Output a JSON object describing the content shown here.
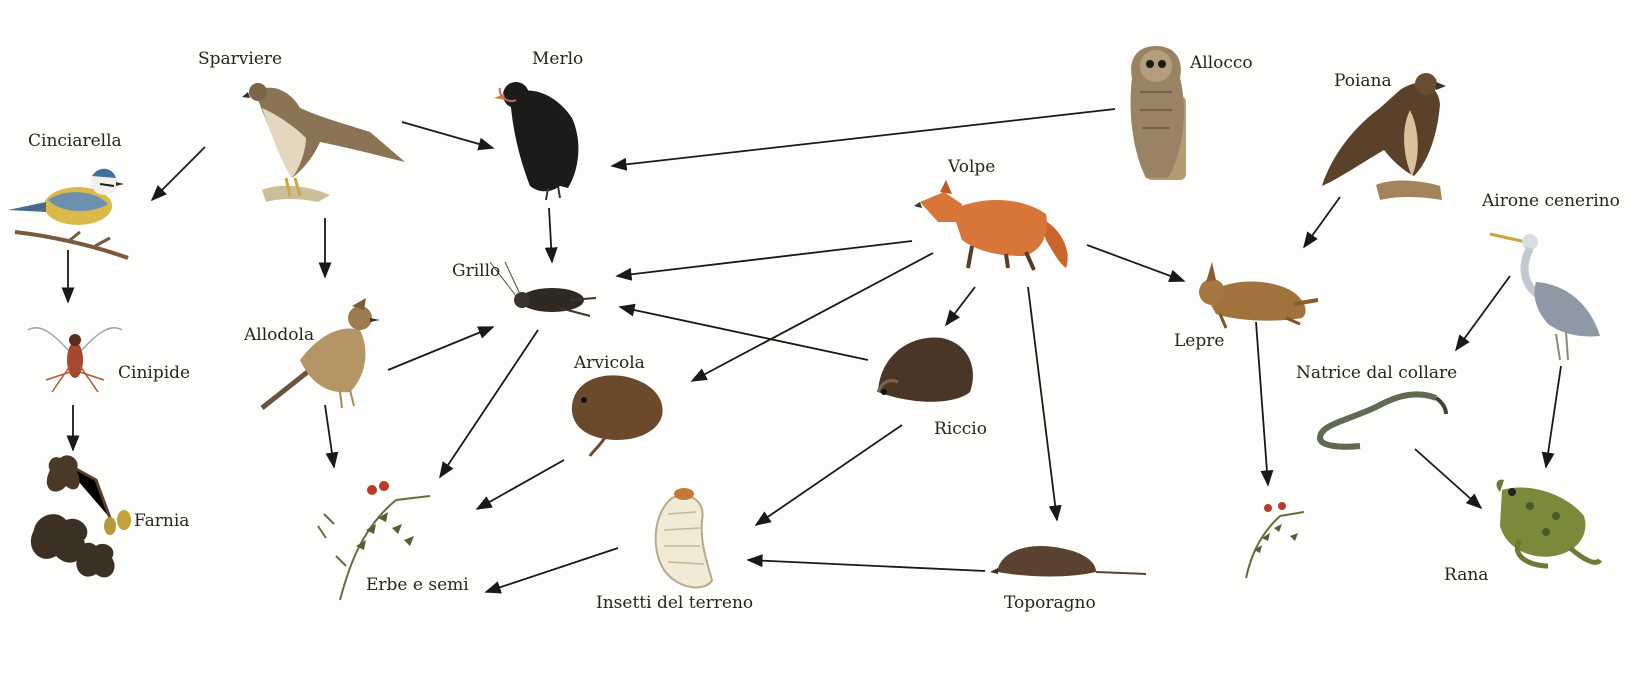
{
  "colors": {
    "background": "#fdfdfb",
    "ink": "#1b1917",
    "label": "#2a241d"
  },
  "organisms": {
    "cinciarella": "Cinciarella",
    "sparviere": "Sparviere",
    "merlo": "Merlo",
    "allocco": "Allocco",
    "poiana": "Poiana",
    "airone": "Airone cenerino",
    "cinipide": "Cinipide",
    "allodola": "Allodola",
    "grillo": "Grillo",
    "volpe": "Volpe",
    "arvicola": "Arvicola",
    "lepre": "Lepre",
    "natrice": "Natrice dal collare",
    "riccio": "Riccio",
    "farnia": "Farnia",
    "erbe": "Erbe e semi",
    "insetti": "Insetti del terreno",
    "toporagno": "Toporagno",
    "rana": "Rana"
  },
  "links": [
    {
      "from": "sparviere",
      "to": "cinciarella"
    },
    {
      "from": "sparviere",
      "to": "merlo"
    },
    {
      "from": "sparviere",
      "to": "allodola"
    },
    {
      "from": "allocco",
      "to": "merlo"
    },
    {
      "from": "cinciarella",
      "to": "cinipide"
    },
    {
      "from": "cinipide",
      "to": "farnia"
    },
    {
      "from": "merlo",
      "to": "grillo"
    },
    {
      "from": "allodola",
      "to": "grillo"
    },
    {
      "from": "allodola",
      "to": "erbe"
    },
    {
      "from": "grillo",
      "to": "erbe"
    },
    {
      "from": "volpe",
      "to": "grillo"
    },
    {
      "from": "volpe",
      "to": "arvicola"
    },
    {
      "from": "volpe",
      "to": "riccio"
    },
    {
      "from": "volpe",
      "to": "toporagno"
    },
    {
      "from": "volpe",
      "to": "lepre"
    },
    {
      "from": "riccio",
      "to": "grillo"
    },
    {
      "from": "riccio",
      "to": "insetti"
    },
    {
      "from": "arvicola",
      "to": "erbe"
    },
    {
      "from": "insetti",
      "to": "erbe"
    },
    {
      "from": "toporagno",
      "to": "insetti"
    },
    {
      "from": "poiana",
      "to": "lepre"
    },
    {
      "from": "lepre",
      "to": "erbe"
    },
    {
      "from": "airone",
      "to": "natrice"
    },
    {
      "from": "airone",
      "to": "rana"
    },
    {
      "from": "natrice",
      "to": "rana"
    }
  ]
}
